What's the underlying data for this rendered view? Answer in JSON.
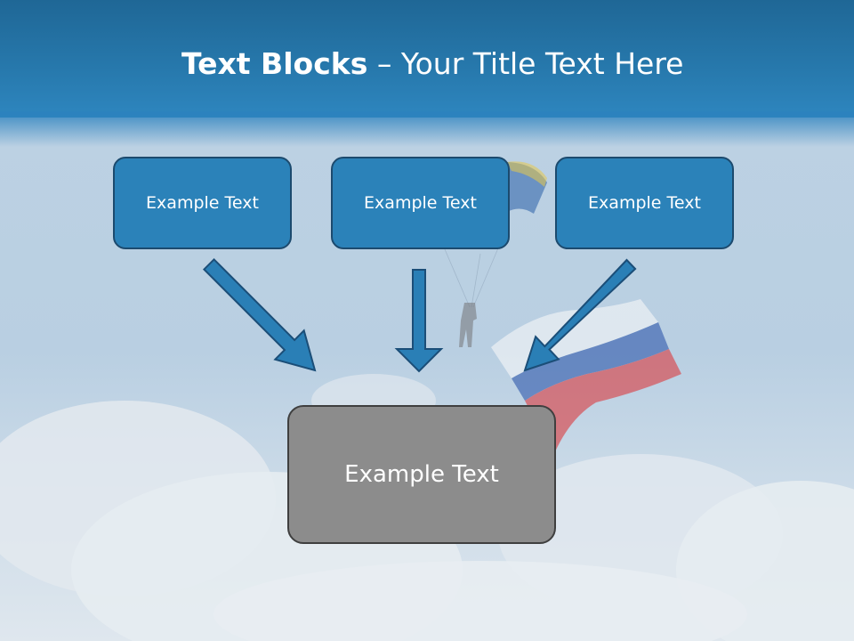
{
  "title": {
    "bold": "Text Blocks",
    "dash": " – ",
    "rest": "Your Title Text Here"
  },
  "boxes": {
    "top": [
      "Example Text",
      "Example Text",
      "Example Text"
    ],
    "bottom": "Example Text"
  },
  "colors": {
    "header": "#2779ad",
    "box_fill": "#2b82b9",
    "box_border": "#1c4a6e",
    "arrow_fill": "#2a7fb6",
    "bottom_fill": "#8c8c8c"
  }
}
